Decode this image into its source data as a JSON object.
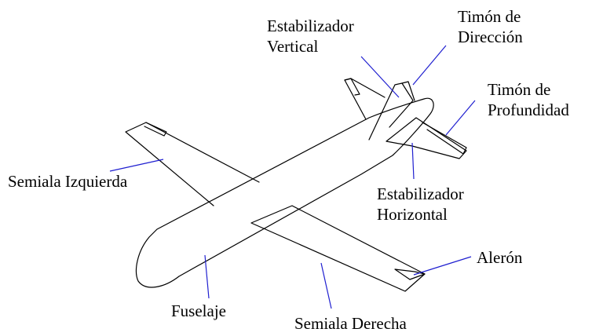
{
  "labels": {
    "vertical_stabilizer": {
      "line1": "Estabilizador",
      "line2": "Vertical"
    },
    "rudder": {
      "line1": "Timón de",
      "line2": "Dirección"
    },
    "elevator": {
      "line1": "Timón de",
      "line2": "Profundidad"
    },
    "left_semiwing": "Semiala Izquierda",
    "horizontal_stabilizer": {
      "line1": "Estabilizador",
      "line2": "Horizontal"
    },
    "aileron": "Alerón",
    "fuselage": "Fuselaje",
    "right_semiwing": "Semiala Derecha"
  },
  "colors": {
    "outline": "#000000",
    "leader_lines": "#1f1fd0",
    "background": "#ffffff"
  }
}
